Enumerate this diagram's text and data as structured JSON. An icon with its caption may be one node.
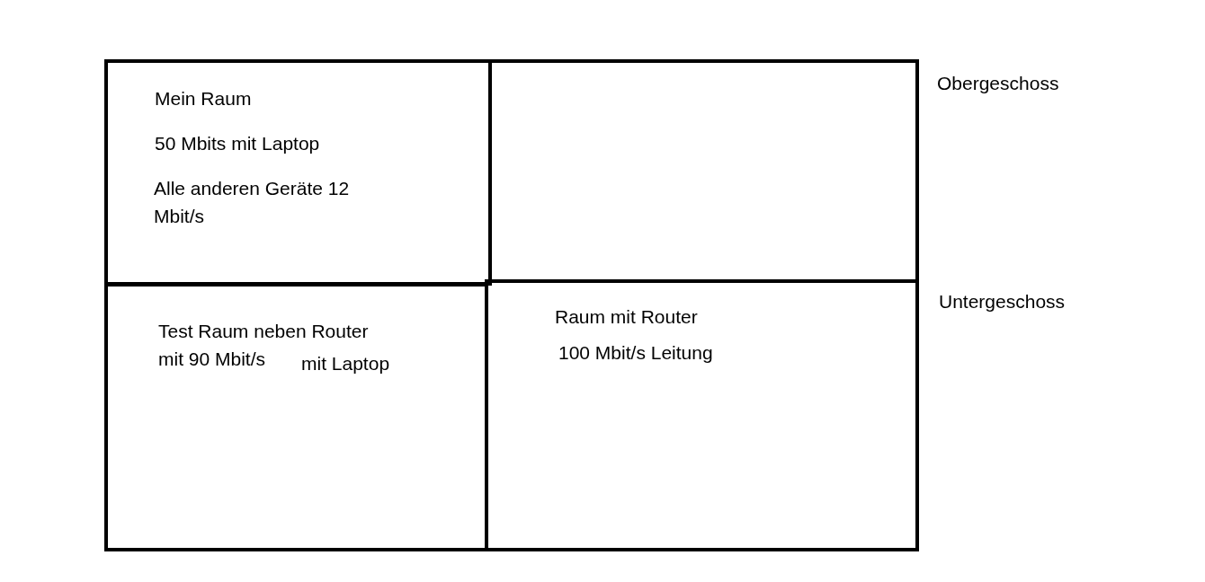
{
  "diagram": {
    "nodes": [
      {
        "text": [
          "Mein Raum",
          "50 Mbits mit Laptop",
          "Alle anderen Geräte 12 Mbit/s"
        ]
      },
      {
        "text": [],
        "shape": "box"
      },
      {
        "text": [
          "Test Raum neben Router mit 90 Mbit/s",
          "mit Laptop"
        ]
      },
      {
        "text": [
          "Raum mit Router",
          "100 Mbit/s Leitung"
        ]
      }
    ],
    "labels": [
      "Obergeschoss",
      "Untergeschoss"
    ]
  }
}
